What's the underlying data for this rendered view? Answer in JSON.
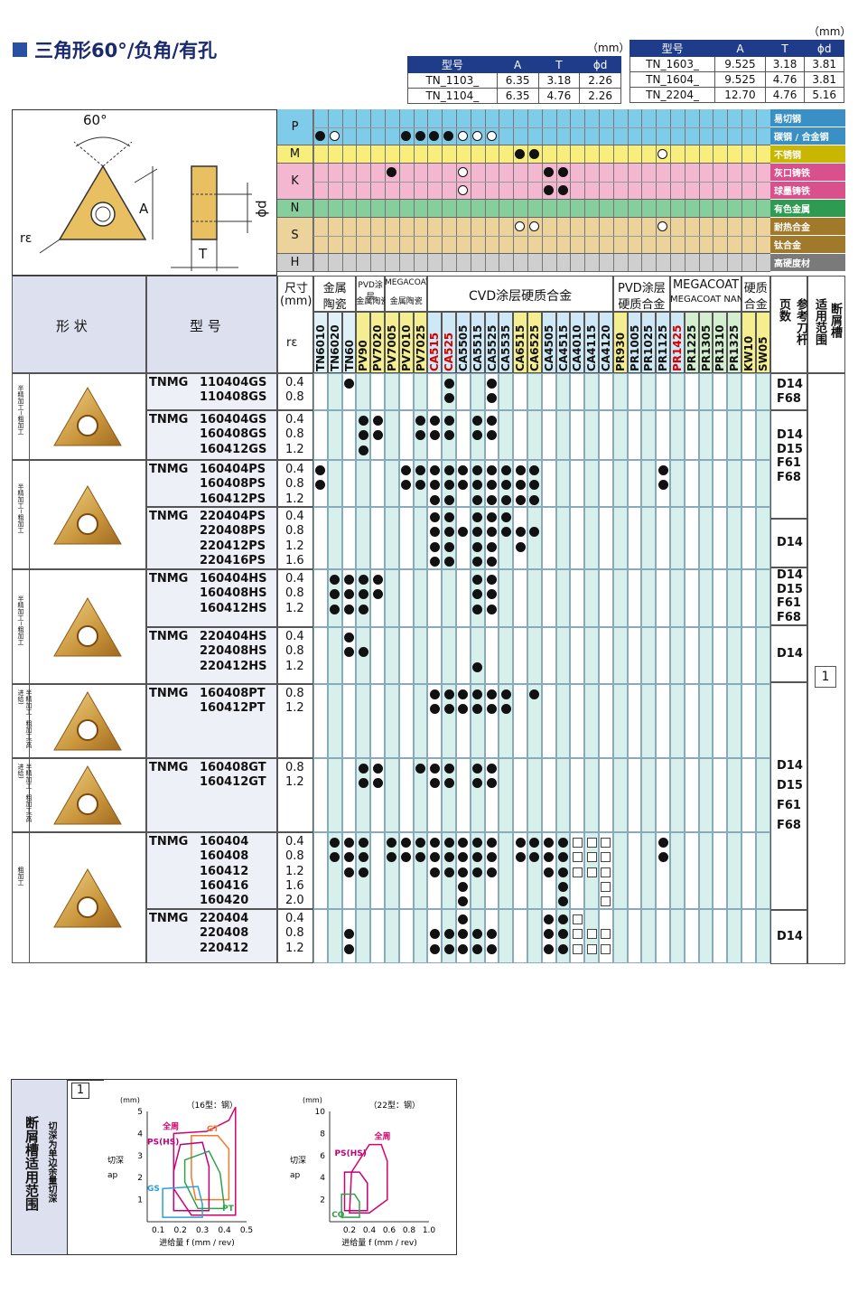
{
  "title": "三角形60°/负角/有孔",
  "unit_mm": "（mm）",
  "spec_left": {
    "headers": [
      "型号",
      "A",
      "T",
      "ϕd"
    ],
    "rows": [
      [
        "TN_1103_",
        "6.35",
        "3.18",
        "2.26"
      ],
      [
        "TN_1104_",
        "6.35",
        "4.76",
        "2.26"
      ]
    ]
  },
  "spec_right": {
    "headers": [
      "型号",
      "A",
      "T",
      "ϕd"
    ],
    "rows": [
      [
        "TN_1603_",
        "9.525",
        "3.18",
        "3.81"
      ],
      [
        "TN_1604_",
        "9.525",
        "4.76",
        "3.81"
      ],
      [
        "TN_2204_",
        "12.70",
        "4.76",
        "5.16"
      ]
    ]
  },
  "diagram": {
    "angle": "60°",
    "r": "rε",
    "a": "A",
    "d": "ϕd",
    "t": "T"
  },
  "materials": [
    {
      "code": "P",
      "labels": [
        "易切钢",
        "碳钢 / 合金钢"
      ],
      "color": "#7fcbea",
      "side": "#3a8fc4"
    },
    {
      "code": "M",
      "labels": [
        "不锈钢"
      ],
      "color": "#f7ee7c",
      "side": "#c9b600"
    },
    {
      "code": "K",
      "labels": [
        "灰口铸铁",
        "球墨铸铁"
      ],
      "color": "#f3b8cf",
      "side": "#d8518c"
    },
    {
      "code": "N",
      "labels": [
        "有色金属"
      ],
      "color": "#86cf9c",
      "side": "#2e9a52"
    },
    {
      "code": "S",
      "labels": [
        "耐热合金",
        "钛合金"
      ],
      "color": "#ecd29b",
      "side": "#a07a2a"
    },
    {
      "code": "H",
      "labels": [
        "高硬度材"
      ],
      "color": "#cfcfcf",
      "side": "#7a7a7a"
    }
  ],
  "header": {
    "shape": "形 状",
    "model": "型 号",
    "size": "尺寸",
    "size_unit": "(mm)",
    "re": "rε",
    "groups": [
      "金属陶瓷",
      "PVD涂层金属陶瓷",
      "MEGACOAT金属陶瓷",
      "CVD涂层硬质合金",
      "PVD涂层硬质合金",
      "MEGACOAT MEGACOAT NANO",
      "硬质合金"
    ],
    "g1a": "金属",
    "g1b": "陶瓷",
    "g2a": "PVD涂层",
    "g2b": "金属陶瓷",
    "g3a": "MEGACOAT",
    "g3b": "金属陶瓷",
    "g4": "CVD涂层硬质合金",
    "g5a": "PVD涂层",
    "g5b": "硬质合金",
    "g6a": "MEGACOAT",
    "g6b": "MEGACOAT NANO",
    "g7a": "硬质",
    "g7b": "合金",
    "ref": "参考刀杆页数",
    "range": "适用范围",
    "chip": "断屑槽"
  },
  "grades": [
    "TN6010",
    "TN6020",
    "TN60",
    "PV90",
    "PV7020",
    "PV7005",
    "PV7010",
    "PV7025",
    "CA515",
    "CA525",
    "CA5505",
    "CA5515",
    "CA5525",
    "CA5535",
    "CA6515",
    "CA6525",
    "CA4505",
    "CA4515",
    "CA4010",
    "CA4115",
    "CA4120",
    "PR930",
    "PR1005",
    "PR1025",
    "PR1125",
    "PR1425",
    "PR1225",
    "PR1305",
    "PR1310",
    "PR1325",
    "KW10",
    "SW05"
  ],
  "groups_data": [
    {
      "label": "半精加工~粗加工",
      "rows": [
        {
          "model": "TNMG",
          "items": [
            [
              "110404GS",
              "0.4"
            ],
            [
              "110408GS",
              "0.8"
            ]
          ],
          "ref": [
            "D14",
            "F68"
          ]
        },
        {
          "model": "TNMG",
          "items": [
            [
              "160404GS",
              "0.4"
            ],
            [
              "160408GS",
              "0.8"
            ],
            [
              "160412GS",
              "1.2"
            ]
          ],
          "ref": [
            "D14",
            "D15",
            "F61",
            "F68"
          ]
        }
      ]
    },
    {
      "label": "半精加工~粗加工",
      "rows": [
        {
          "model": "TNMG",
          "items": [
            [
              "160404PS",
              "0.4"
            ],
            [
              "160408PS",
              "0.8"
            ],
            [
              "160412PS",
              "1.2"
            ]
          ],
          "ref": []
        },
        {
          "model": "TNMG",
          "items": [
            [
              "220404PS",
              "0.4"
            ],
            [
              "220408PS",
              "0.8"
            ],
            [
              "220412PS",
              "1.2"
            ],
            [
              "220416PS",
              "1.6"
            ]
          ],
          "ref": [
            "D14"
          ]
        }
      ]
    },
    {
      "label": "半精加工~粗加工",
      "rows": [
        {
          "model": "TNMG",
          "items": [
            [
              "160404HS",
              "0.4"
            ],
            [
              "160408HS",
              "0.8"
            ],
            [
              "160412HS",
              "1.2"
            ]
          ],
          "ref": [
            "D14",
            "D15",
            "F61",
            "F68"
          ]
        },
        {
          "model": "TNMG",
          "items": [
            [
              "220404HS",
              "0.4"
            ],
            [
              "220408HS",
              "0.8"
            ],
            [
              "220412HS",
              "1.2"
            ]
          ],
          "ref": [
            "D14"
          ]
        }
      ]
    },
    {
      "label": "半精加工~粗加工(高进给)",
      "rows": [
        {
          "model": "TNMG",
          "items": [
            [
              "160408PT",
              "0.8"
            ],
            [
              "160412PT",
              "1.2"
            ]
          ],
          "ref": []
        }
      ]
    },
    {
      "label": "半精加工~粗加工(高进给)",
      "rows": [
        {
          "model": "TNMG",
          "items": [
            [
              "160408GT",
              "0.8"
            ],
            [
              "160412GT",
              "1.2"
            ]
          ],
          "ref": [
            "D14",
            "D15",
            "F61",
            "F68"
          ]
        }
      ]
    },
    {
      "label": "粗加工",
      "rows": [
        {
          "model": "TNMG",
          "items": [
            [
              "160404",
              "0.4"
            ],
            [
              "160408",
              "0.8"
            ],
            [
              "160412",
              "1.2"
            ],
            [
              "160416",
              "1.6"
            ],
            [
              "160420",
              "2.0"
            ]
          ],
          "ref": []
        },
        {
          "model": "TNMG",
          "items": [
            [
              "220404",
              "0.4"
            ],
            [
              "220408",
              "0.8"
            ],
            [
              "220412",
              "1.2"
            ]
          ],
          "ref": [
            "D14"
          ]
        }
      ]
    }
  ],
  "range_box": "1",
  "chart_section": {
    "left_label": "断屑槽适用范围",
    "side_note": "切深为单边余量切深",
    "box": "1"
  },
  "chart_data": [
    {
      "type": "area",
      "title": "（16型：钢）",
      "ylabel": "切深 ap",
      "ylabel_unit": "(mm)",
      "xlabel": "进给量 f (mm / rev)",
      "x_ticks": [
        "0.1",
        "0.2",
        "0.3",
        "0.4",
        "0.5"
      ],
      "y_ticks": [
        "1",
        "2",
        "3",
        "4",
        "5"
      ],
      "xlim": [
        0.05,
        0.5
      ],
      "ylim": [
        0,
        5
      ],
      "series": [
        {
          "name": "全周",
          "color": "#d6006f"
        },
        {
          "name": "GT",
          "color": "#f07b2a"
        },
        {
          "name": "PS(HS)",
          "color": "#c0007a"
        },
        {
          "name": "GS",
          "color": "#2aa0d8"
        },
        {
          "name": "PT",
          "color": "#2ea04a"
        }
      ]
    },
    {
      "type": "area",
      "title": "（22型：钢）",
      "ylabel": "切深 ap",
      "ylabel_unit": "(mm)",
      "xlabel": "进给量 f (mm / rev)",
      "x_ticks": [
        "0.2",
        "0.4",
        "0.6",
        "0.8",
        "1.0"
      ],
      "y_ticks": [
        "2",
        "4",
        "6",
        "8",
        "10"
      ],
      "xlim": [
        0,
        1.0
      ],
      "ylim": [
        0,
        10
      ],
      "series": [
        {
          "name": "全周",
          "color": "#d6006f"
        },
        {
          "name": "PS(HS)",
          "color": "#c0007a"
        },
        {
          "name": "CQ",
          "color": "#2ea04a"
        }
      ]
    }
  ]
}
